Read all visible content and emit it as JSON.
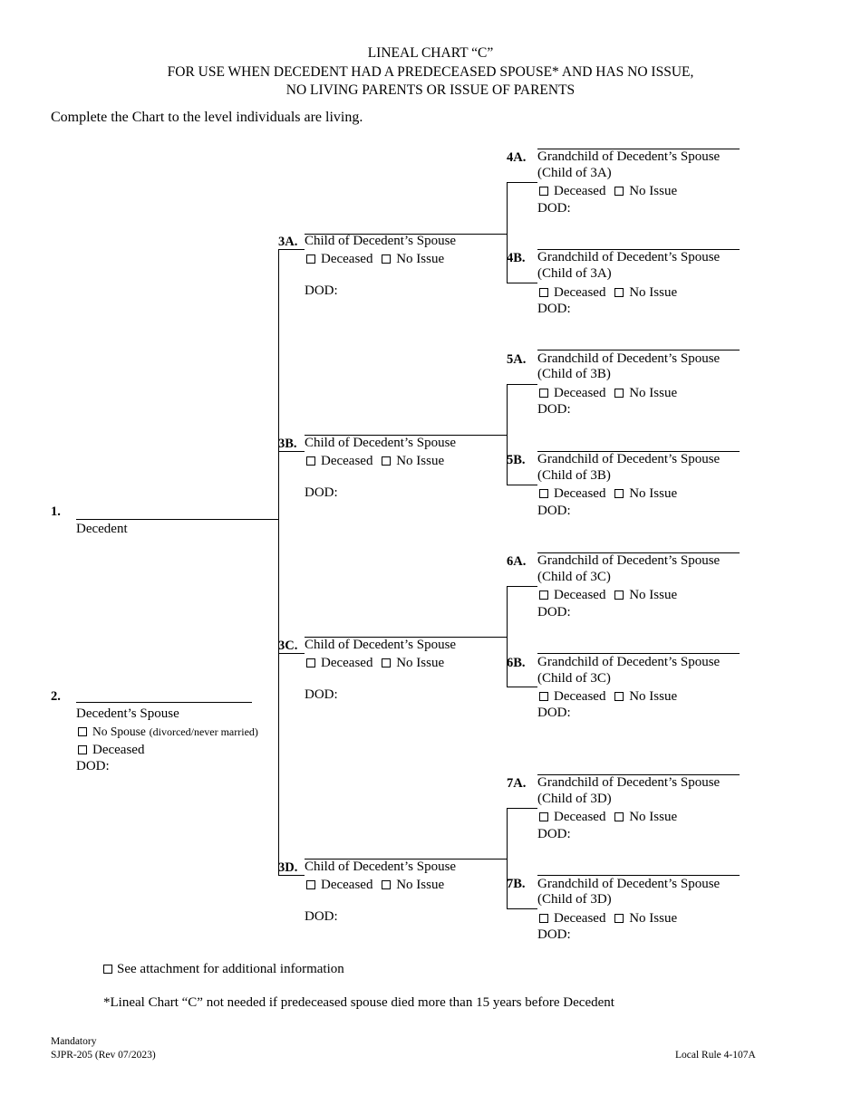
{
  "header": {
    "line1": "LINEAL CHART “C”",
    "line2": "FOR USE WHEN DECEDENT HAD A PREDECEASED SPOUSE* AND HAS NO ISSUE,",
    "line3": "NO LIVING PARENTS OR ISSUE OF PARENTS"
  },
  "instruction": "Complete the Chart to the level individuals are living.",
  "decedent": {
    "number": "1.",
    "label": "Decedent"
  },
  "spouse": {
    "number": "2.",
    "label": "Decedent’s Spouse",
    "no_spouse": "No Spouse",
    "no_spouse_note": "(divorced/never married)",
    "deceased": "Deceased",
    "dod": "DOD:"
  },
  "children": [
    {
      "number": "3A.",
      "label": "Child of Decedent’s Spouse",
      "deceased": "Deceased",
      "no_issue": "No Issue",
      "dod": "DOD:"
    },
    {
      "number": "3B.",
      "label": "Child of Decedent’s Spouse",
      "deceased": "Deceased",
      "no_issue": "No Issue",
      "dod": "DOD:"
    },
    {
      "number": "3C.",
      "label": "Child of Decedent’s Spouse",
      "deceased": "Deceased",
      "no_issue": "No Issue",
      "dod": "DOD:"
    },
    {
      "number": "3D.",
      "label": "Child of Decedent’s Spouse",
      "deceased": "Deceased",
      "no_issue": "No Issue",
      "dod": "DOD:"
    }
  ],
  "grandchildren": [
    {
      "number": "4A.",
      "label": "Grandchild of Decedent’s Spouse",
      "parent": "(Child of 3A)",
      "deceased": "Deceased",
      "no_issue": "No Issue",
      "dod": "DOD:"
    },
    {
      "number": "4B.",
      "label": "Grandchild of Decedent’s Spouse",
      "parent": "(Child of 3A)",
      "deceased": "Deceased",
      "no_issue": "No Issue",
      "dod": "DOD:"
    },
    {
      "number": "5A.",
      "label": "Grandchild of Decedent’s Spouse",
      "parent": "(Child of 3B)",
      "deceased": "Deceased",
      "no_issue": "No Issue",
      "dod": "DOD:"
    },
    {
      "number": "5B.",
      "label": "Grandchild of Decedent’s Spouse",
      "parent": "(Child of 3B)",
      "deceased": "Deceased",
      "no_issue": "No Issue",
      "dod": "DOD:"
    },
    {
      "number": "6A.",
      "label": "Grandchild of Decedent’s Spouse",
      "parent": "(Child of 3C)",
      "deceased": "Deceased",
      "no_issue": "No Issue",
      "dod": "DOD:"
    },
    {
      "number": "6B.",
      "label": "Grandchild of Decedent’s Spouse",
      "parent": "(Child of 3C)",
      "deceased": "Deceased",
      "no_issue": "No Issue",
      "dod": "DOD:"
    },
    {
      "number": "7A.",
      "label": "Grandchild of Decedent’s Spouse",
      "parent": "(Child of 3D)",
      "deceased": "Deceased",
      "no_issue": "No Issue",
      "dod": "DOD:"
    },
    {
      "number": "7B.",
      "label": "Grandchild of Decedent’s Spouse",
      "parent": "(Child of 3D)",
      "deceased": "Deceased",
      "no_issue": "No Issue",
      "dod": "DOD:"
    }
  ],
  "attachment": "See attachment for additional information",
  "footnote": "*Lineal Chart “C” not needed if predeceased spouse died more than 15 years before Decedent",
  "footer": {
    "mandatory": "Mandatory",
    "form_id": "SJPR-205 (Rev 07/2023)",
    "rule": "Local Rule 4-107A"
  }
}
